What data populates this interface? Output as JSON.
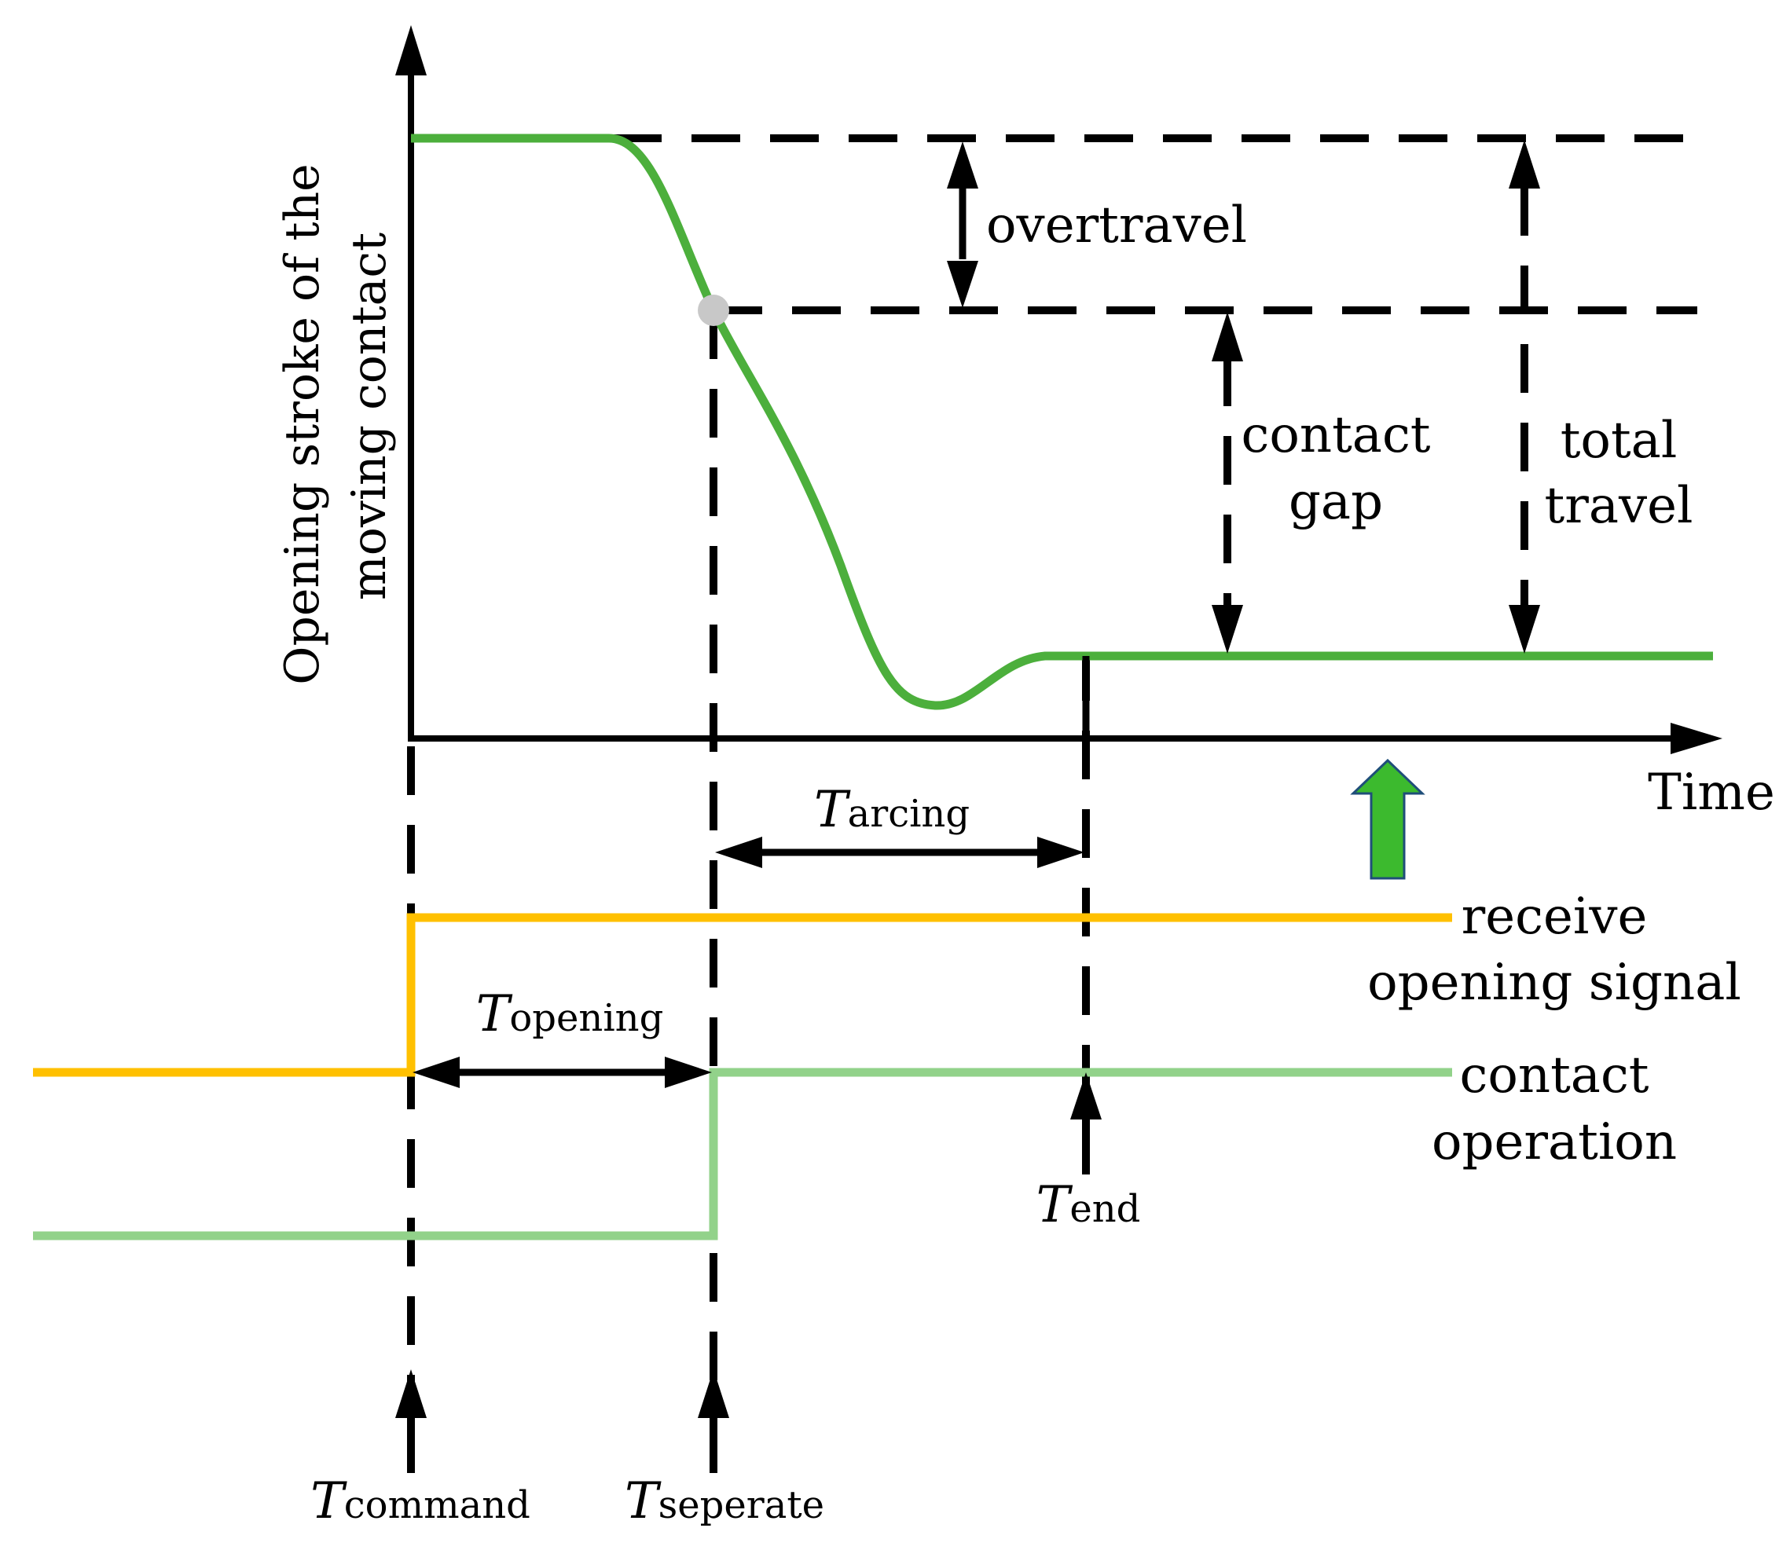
{
  "diagram": {
    "y_axis_label_line1": "Opening stroke of the",
    "y_axis_label_line2": "moving contact",
    "x_axis_label": "Time",
    "labels": {
      "overtravel": "overtravel",
      "contact_gap_line1": "contact",
      "contact_gap_line2": "gap",
      "total_travel_line1": "total",
      "total_travel_line2": "travel",
      "receive_signal_line1": "receive",
      "receive_signal_line2": "opening signal",
      "contact_operation_line1": "contact",
      "contact_operation_line2": "operation"
    },
    "timing_labels": {
      "arcing": {
        "main": "T",
        "sub": "arcing"
      },
      "opening": {
        "main": "T",
        "sub": "opening"
      },
      "end": {
        "main": "T",
        "sub": "end"
      },
      "command": {
        "main": "T",
        "sub": "command"
      },
      "seperate": {
        "main": "T",
        "sub": "seperate"
      }
    },
    "colors": {
      "stroke_curve": "#4caf3c",
      "receive_signal": "#ffc000",
      "contact_operation": "#92d28a",
      "up_arrow": "#3cba2e",
      "up_arrow_outline": "#1f4e79",
      "separation_point": "#c8c8c8",
      "axes": "#000000"
    },
    "icons": {
      "indicator_arrow": "green-up-arrow-icon"
    }
  }
}
